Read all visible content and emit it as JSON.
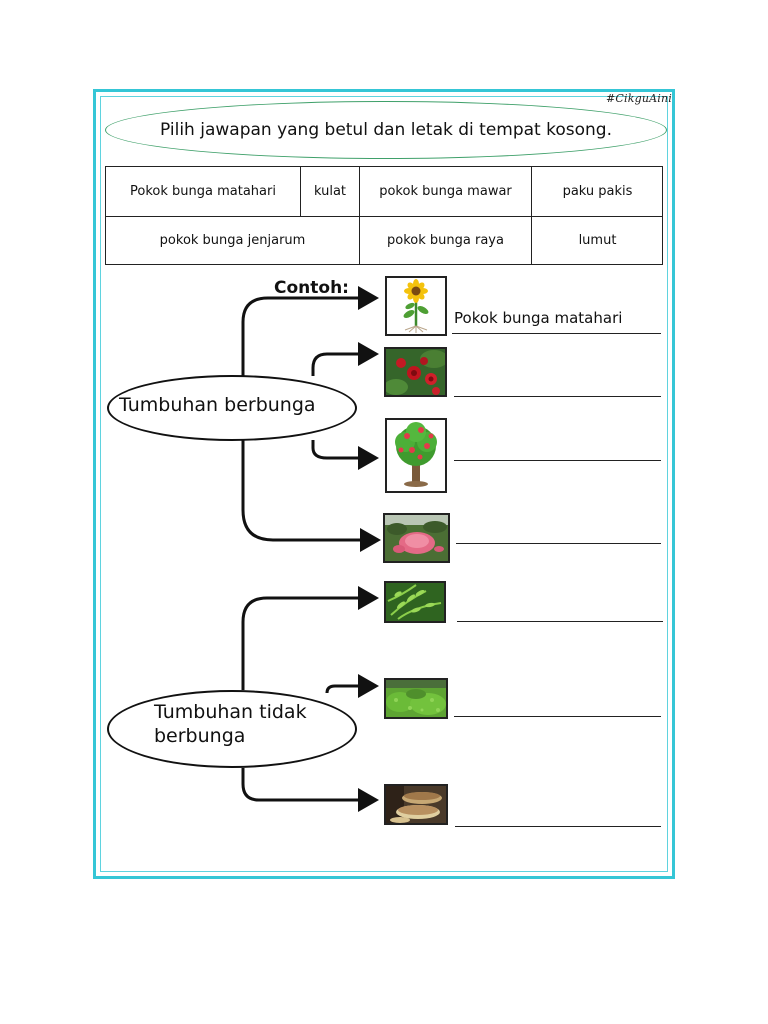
{
  "watermark": "#CikguAini",
  "instruction": "Pilih jawapan yang betul dan letak di tempat kosong.",
  "word_bank": {
    "row1": [
      "Pokok bunga matahari",
      "kulat",
      "pokok bunga mawar",
      "paku pakis"
    ],
    "row2": [
      "pokok bunga jenjarum",
      "pokok bunga raya",
      "lumut"
    ]
  },
  "example_label": "Contoh:",
  "groups": {
    "flowering": {
      "line1": "Tumbuhan berbunga"
    },
    "non_flowering": {
      "line1": "Tumbuhan tidak",
      "line2": "berbunga"
    }
  },
  "example_answer": "Pokok bunga matahari",
  "pictures": [
    {
      "icon": "sunflower-plant-icon"
    },
    {
      "icon": "red-roses-icon"
    },
    {
      "icon": "hibiscus-tree-icon"
    },
    {
      "icon": "pink-ixora-flowers-icon"
    },
    {
      "icon": "fern-icon"
    },
    {
      "icon": "moss-icon"
    },
    {
      "icon": "bracket-fungus-icon"
    }
  ],
  "colors": {
    "border": "#35c6d6",
    "instruction_oval": "#3fa06a"
  }
}
